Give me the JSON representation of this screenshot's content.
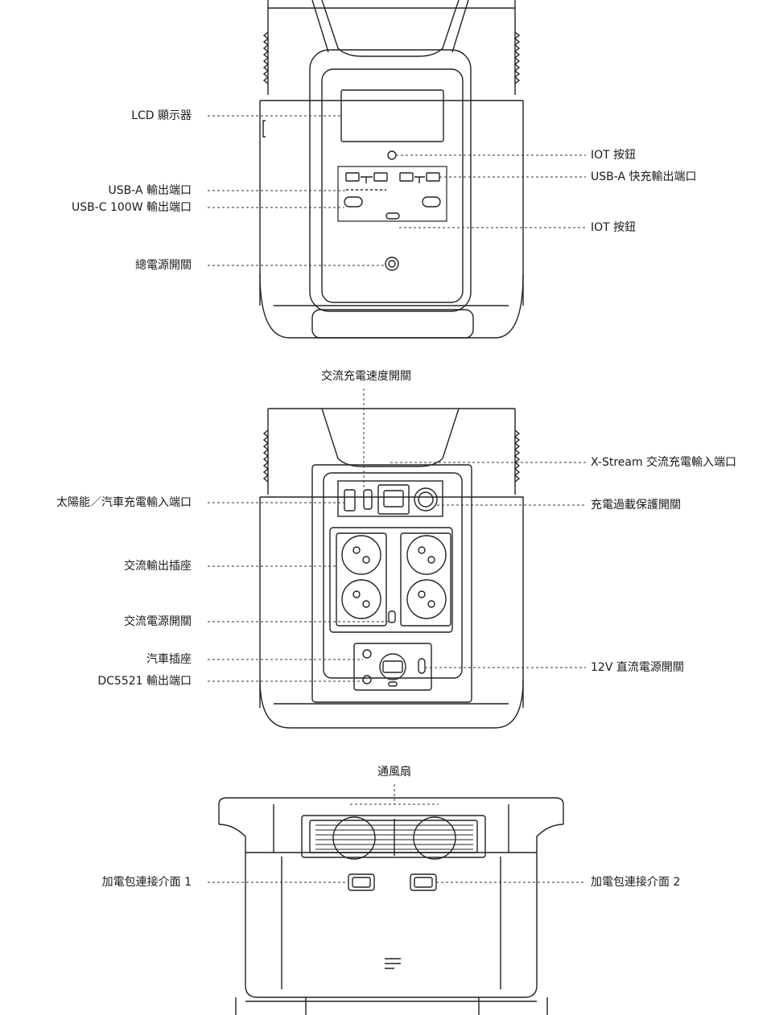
{
  "front_view": {
    "labels": {
      "lcd": "LCD 顯示器",
      "iot_button_top": "IOT 按鈕",
      "usb_a_fast": "USB-A 快充輸出端口",
      "usb_a": "USB-A 輸出端口",
      "usb_c": "USB-C 100W 輸出端口",
      "iot_button_bottom": "IOT 按鈕",
      "main_power": "總電源開關"
    }
  },
  "back_view": {
    "labels": {
      "ac_charge_speed": "交流充電速度開關",
      "x_stream": "X-Stream 交流充電輸入端口",
      "solar_car_input": "太陽能／汽車充電輸入端口",
      "overload_switch": "充電過載保護開關",
      "ac_outlet": "交流輸出插座",
      "ac_power_switch": "交流電源開關",
      "car_socket": "汽車插座",
      "dc5521": "DC5521 輸出端口",
      "dc12v_switch": "12V 直流電源開關"
    }
  },
  "side_view": {
    "labels": {
      "fan": "通風扇",
      "battery_port_1": "加電包連接介面 1",
      "battery_port_2": "加電包連接介面 2"
    }
  }
}
